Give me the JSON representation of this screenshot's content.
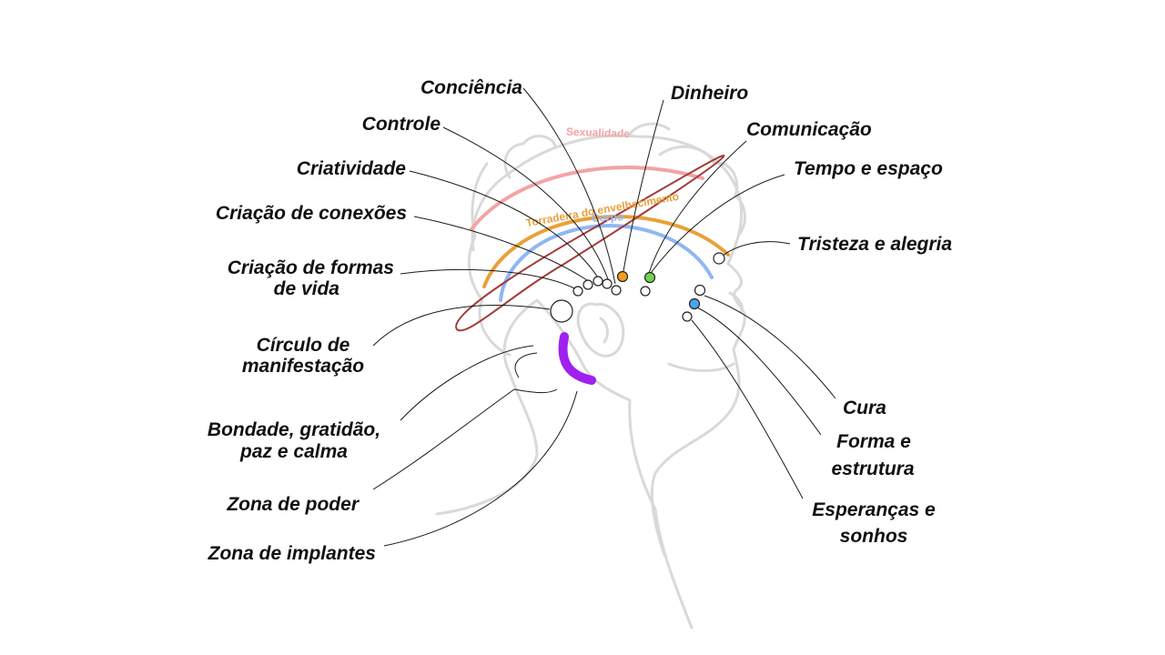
{
  "arcs": {
    "sexualidade": {
      "label": "Sexualidade",
      "color": "#f4a3a3"
    },
    "torradeira": {
      "label": "Torradeira do envelhecimento",
      "color": "#e9a03a"
    },
    "corpo": {
      "label": "Corpo",
      "color": "#8fb7f2"
    },
    "diagonal_color": "#a33a3a"
  },
  "labels": {
    "consciencia": "Conciência",
    "controle": "Controle",
    "criatividade": "Criatividade",
    "criacao_conexoes": "Criação de conexões",
    "criacao_formas_1": "Criação de formas",
    "criacao_formas_2": "de vida",
    "circulo_1": "Círculo de",
    "circulo_2": "manifestação",
    "bondade_1": "Bondade, gratidão,",
    "bondade_2": "paz e calma",
    "zona_poder": "Zona de poder",
    "zona_implantes": "Zona de implantes",
    "dinheiro": "Dinheiro",
    "comunicacao": "Comunicação",
    "tempo_espaco": "Tempo e espaço",
    "tristeza_alegria": "Tristeza e alegria",
    "cura": "Cura",
    "forma_1": "Forma e",
    "forma_2": "estrutura",
    "esperancas_1": "Esperanças e",
    "esperancas_2": "sonhos"
  },
  "point_colors": {
    "dinheiro": "#f39c1e",
    "comunicacao": "#6fd44f",
    "esperancas": "#4aa6e8",
    "implant_zone": "#a020f0"
  }
}
